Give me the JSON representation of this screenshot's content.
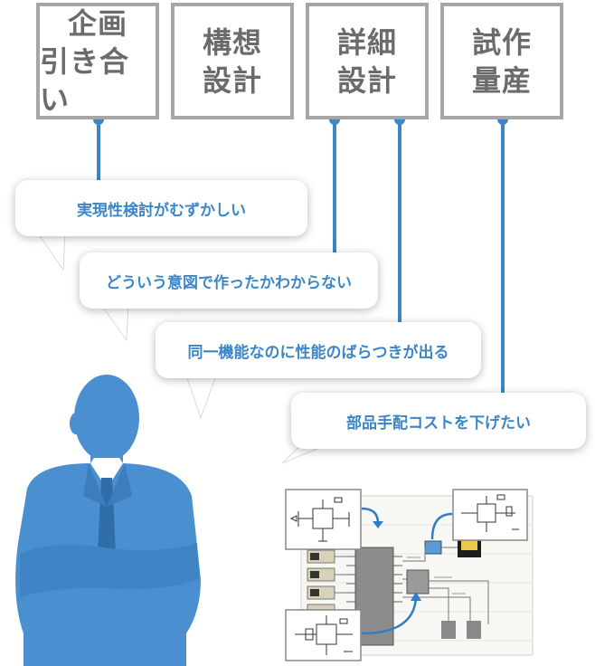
{
  "phases": [
    {
      "line1": "企画",
      "line2": "引き合い"
    },
    {
      "line1": "構想",
      "line2": "設計"
    },
    {
      "line1": "詳細",
      "line2": "設計"
    },
    {
      "line1": "試作",
      "line2": "量産"
    }
  ],
  "bubbles": [
    "実現性検討がむずかしい",
    "どういう意図で作ったかわからない",
    "同一機能なのに性能のばらつきが出る",
    "部品手配コストを下げたい"
  ],
  "colors": {
    "accent": "#3d86c6",
    "box_border": "#a6a6a6",
    "box_text": "#6b6b6b",
    "silhouette": "#4a8fd0"
  }
}
